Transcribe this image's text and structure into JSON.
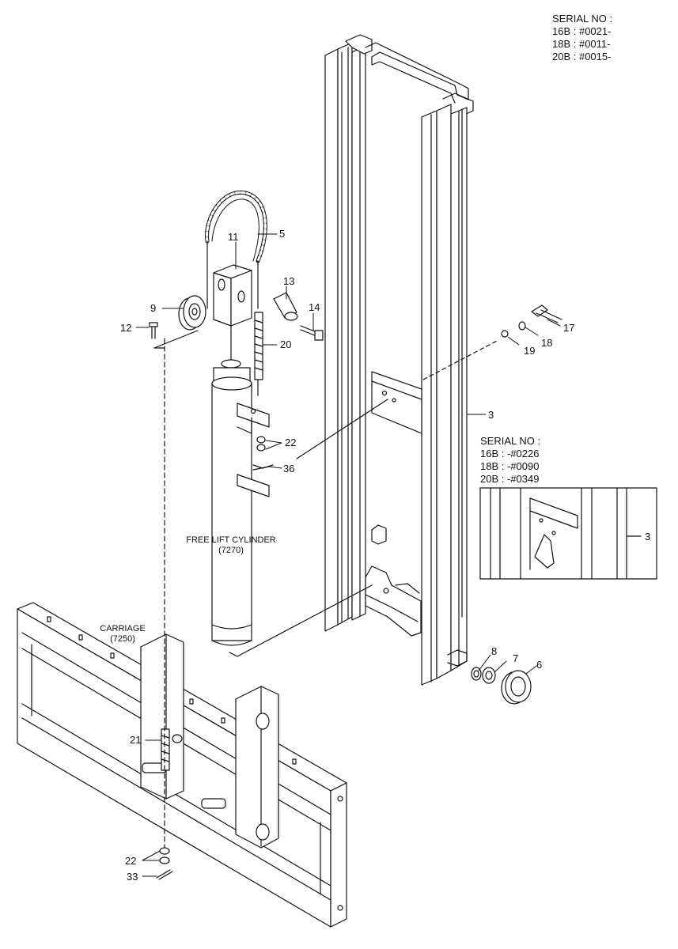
{
  "serial_top": {
    "heading": "SERIAL NO :",
    "lines": [
      "16B : #0021-",
      "18B : #0011-",
      "20B : #0015-"
    ]
  },
  "serial_inset": {
    "heading": "SERIAL NO :",
    "lines": [
      "16B : -#0226",
      "18B : -#0090",
      "20B : -#0349"
    ]
  },
  "captions": {
    "free_lift_cylinder": "FREE LIFT CYLINDER",
    "free_lift_cylinder_ref": "(7270)",
    "carriage": "CARRIAGE",
    "carriage_ref": "(7250)"
  },
  "part_labels": {
    "p5": "5",
    "p11": "11",
    "p13": "13",
    "p14": "14",
    "p9": "9",
    "p12": "12",
    "p20": "20",
    "p17": "17",
    "p18": "18",
    "p19": "19",
    "p3": "3",
    "p22a": "22",
    "p36": "36",
    "p3_inset": "3",
    "p8": "8",
    "p7": "7",
    "p6": "6",
    "p21": "21",
    "p22b": "22",
    "p33": "33"
  }
}
